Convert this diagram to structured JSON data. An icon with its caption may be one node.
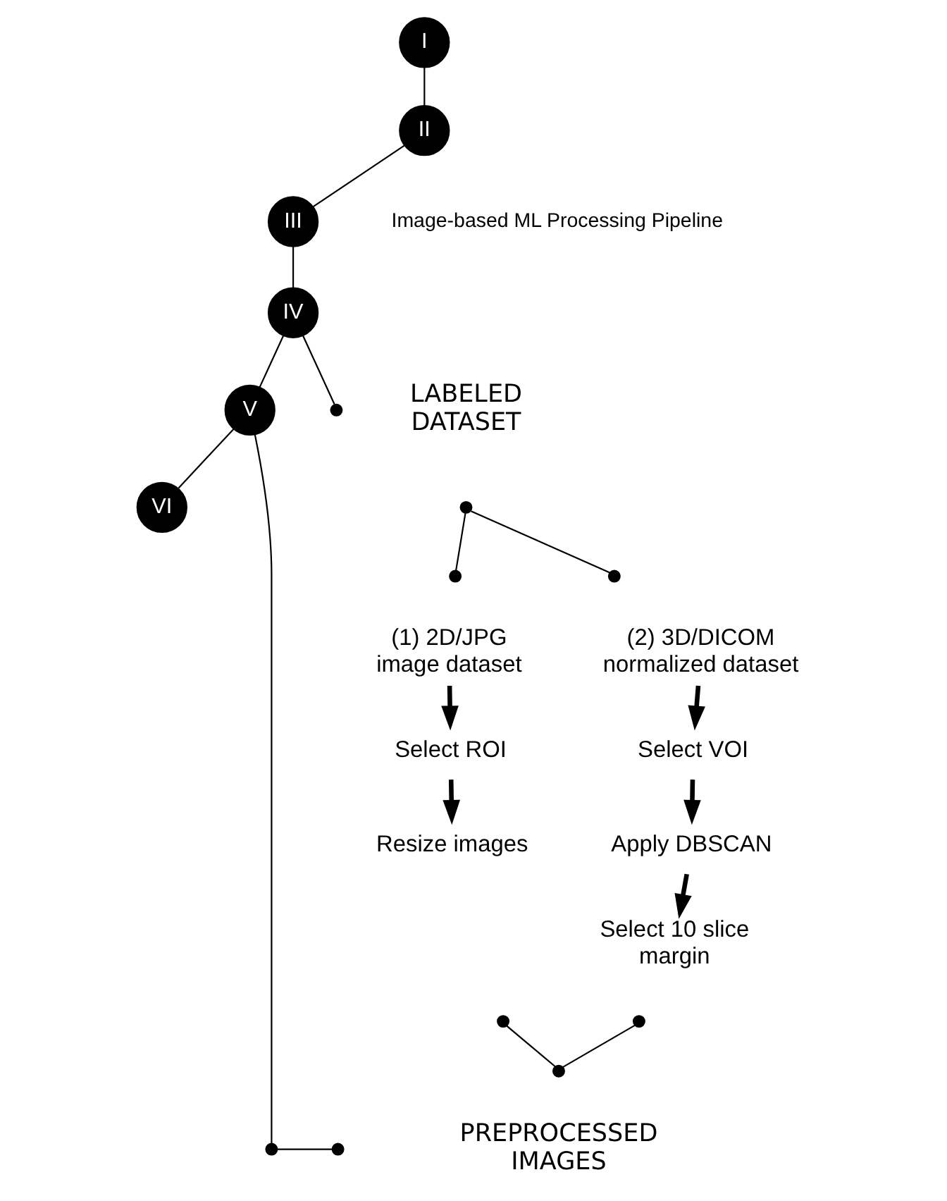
{
  "diagram": {
    "nodes": [
      {
        "text": [
          "I"
        ]
      },
      {
        "text": [
          "II"
        ]
      },
      {
        "text": [
          "III"
        ]
      },
      {
        "text": [
          "IV"
        ]
      },
      {
        "text": [
          "V"
        ]
      },
      {
        "text": [
          "VI"
        ]
      },
      {
        "text": [],
        "shape": "circle"
      },
      {
        "text": [
          "LABELED DATASET"
        ]
      },
      {
        "text": [],
        "shape": "circle"
      },
      {
        "text": [],
        "shape": "circle"
      },
      {
        "text": [],
        "shape": "circle"
      },
      {
        "text": [
          "(1) 2D/JPG image dataset"
        ]
      },
      {
        "text": [
          "Select ROI"
        ]
      },
      {
        "text": [
          "Resize images"
        ]
      },
      {
        "text": [
          "(2) 3D/DICOM normalized dataset"
        ]
      },
      {
        "text": [
          "Select VOI"
        ]
      },
      {
        "text": [
          "Apply DBSCAN"
        ]
      },
      {
        "text": [
          "Select 10 slice margin"
        ]
      },
      {
        "text": [],
        "shape": "circle"
      },
      {
        "text": [],
        "shape": "circle"
      },
      {
        "text": [],
        "shape": "circle"
      },
      {
        "text": [],
        "shape": "circle"
      },
      {
        "text": [],
        "shape": "circle"
      },
      {
        "text": [
          "PREPROCESSED IMAGES"
        ]
      }
    ],
    "edges": [
      {
        "from": 0,
        "to": 1,
        "arrow": "none"
      },
      {
        "from": 1,
        "to": 2,
        "arrow": "none"
      },
      {
        "from": 2,
        "to": 3,
        "arrow": "none"
      },
      {
        "from": 3,
        "to": 4,
        "arrow": "none"
      },
      {
        "from": 4,
        "to": 5,
        "arrow": "none"
      },
      {
        "from": 3,
        "to": 6,
        "arrow": "none"
      },
      {
        "from": 8,
        "to": 9,
        "arrow": "none"
      },
      {
        "from": 8,
        "to": 10,
        "arrow": "none"
      },
      {
        "from": 11,
        "to": 12,
        "arrow": "to",
        "style": "thick"
      },
      {
        "from": 12,
        "to": 13,
        "arrow": "to",
        "style": "thick"
      },
      {
        "from": 14,
        "to": 15,
        "arrow": "to",
        "style": "thick"
      },
      {
        "from": 15,
        "to": 16,
        "arrow": "to",
        "style": "thick"
      },
      {
        "from": 16,
        "to": 17,
        "arrow": "to",
        "style": "thick"
      },
      {
        "from": 18,
        "to": 20,
        "arrow": "none"
      },
      {
        "from": 19,
        "to": 20,
        "arrow": "none"
      },
      {
        "from": 4,
        "to": 21,
        "arrow": "none"
      },
      {
        "from": 21,
        "to": 22,
        "arrow": "none"
      }
    ],
    "labels": [
      "Image-based ML Processing Pipeline"
    ]
  }
}
